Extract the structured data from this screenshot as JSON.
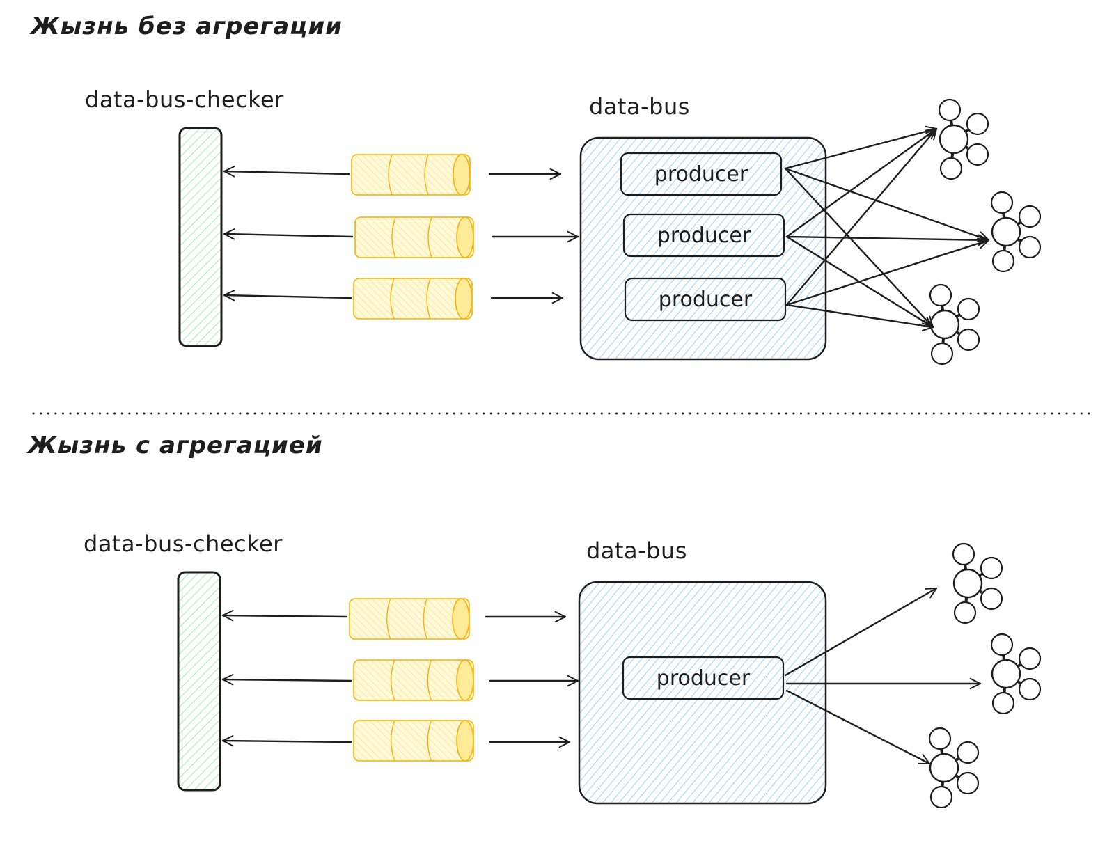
{
  "sections": [
    {
      "title": "Жызнь без агрегации",
      "checker_label": "data-bus-checker",
      "bus_label": "data-bus",
      "producers": [
        "producer",
        "producer",
        "producer"
      ],
      "queues": 3,
      "consumers": 3,
      "routing": "every producer sends to every consumer"
    },
    {
      "title": "Жызнь с агрегацией",
      "checker_label": "data-bus-checker",
      "bus_label": "data-bus",
      "producers": [
        "producer"
      ],
      "queues": 3,
      "consumers": 3,
      "routing": "single producer sends to each consumer"
    }
  ],
  "colors": {
    "checker_hatch": "#8ce99a",
    "bus_hatch": "#74c0fc",
    "queue_fill": "#fff3bf",
    "queue_hatch": "#ffd43b",
    "queue_stroke": "#fab005",
    "queue_cap": "#ffec99",
    "stroke": "#1e1e1e"
  }
}
